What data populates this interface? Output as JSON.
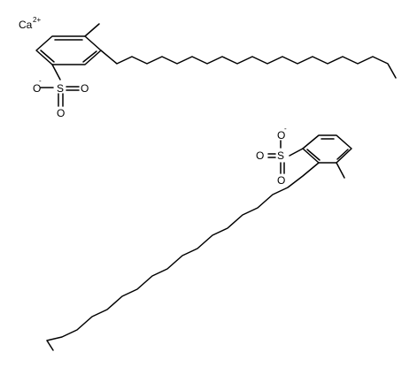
{
  "ion_labels": {
    "calcium": "Ca",
    "calcium_charge": "2+"
  },
  "top_molecule": {
    "sulfur": "S",
    "oxygen_charged": "O",
    "oxygen_charge": "-",
    "oxygen_down": "O",
    "oxygen_right": "O"
  },
  "bottom_molecule": {
    "sulfur": "S",
    "oxygen_charged": "O",
    "oxygen_charge": "-",
    "oxygen_left": "O",
    "oxygen_down": "O"
  },
  "colors": {
    "bond": "#000000",
    "text": "#000000",
    "background": "#ffffff"
  }
}
